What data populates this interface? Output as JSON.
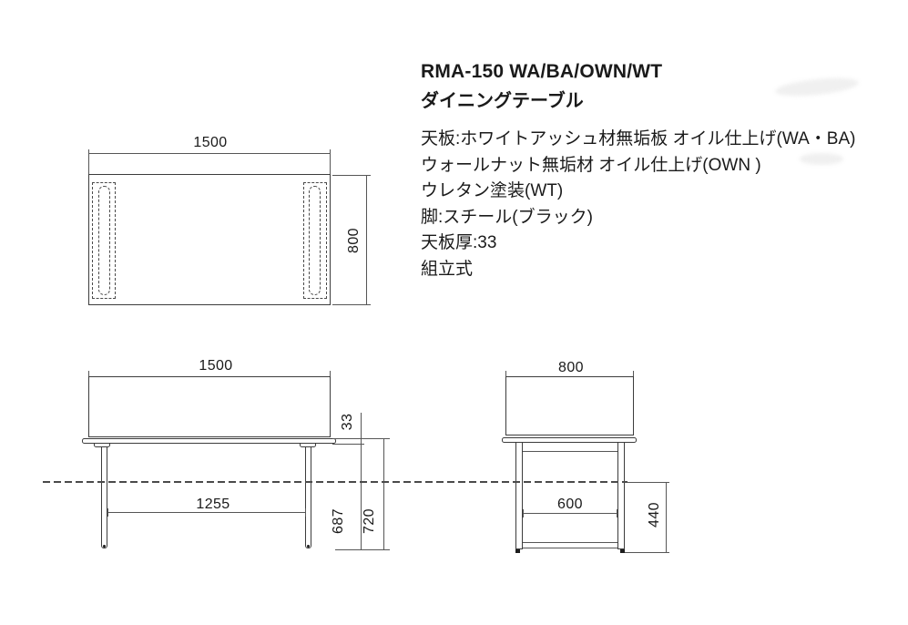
{
  "product": {
    "model": "RMA-150 WA/BA/OWN/WT",
    "name": "ダイニングテーブル",
    "specs": [
      "天板:ホワイトアッシュ材無垢板 オイル仕上げ(WA・BA)",
      "ウォールナット無垢材 オイル仕上げ(OWN )",
      "ウレタン塗装(WT)",
      "脚:スチール(ブラック)",
      "天板厚:33",
      "組立式"
    ]
  },
  "drawing": {
    "top_view": {
      "width": "1500",
      "depth": "800"
    },
    "front_view": {
      "width": "1500",
      "top_thickness": "33",
      "leg_inner_span": "1255",
      "underside_height": "687",
      "total_height": "720"
    },
    "side_view": {
      "depth": "800",
      "leg_inner_span": "600",
      "stretcher_height": "440"
    }
  },
  "colors": {
    "line": "#3c3c3c",
    "dim_line": "#565656",
    "text": "#1a1a1a",
    "background": "#ffffff"
  }
}
